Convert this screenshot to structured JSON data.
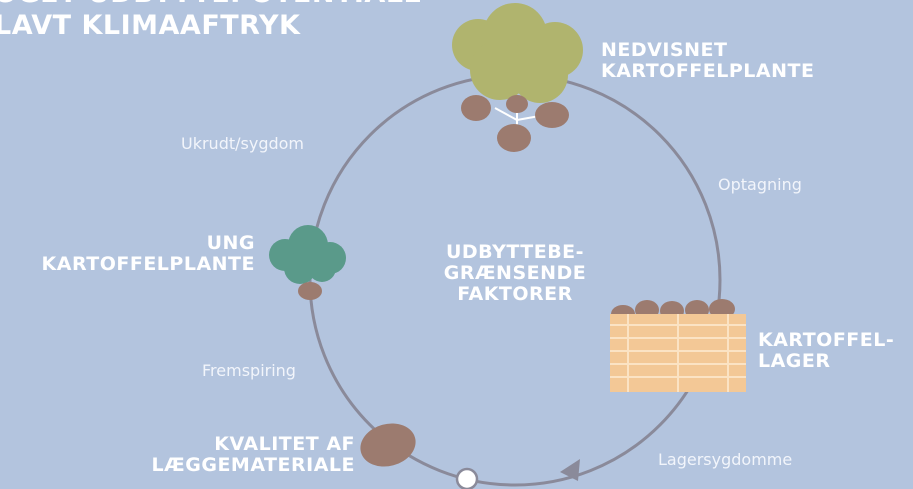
{
  "title": {
    "line1": "ØGET UDBYTTEPOTENTIALE",
    "line2": "LAVT KLIMAAFTRYK"
  },
  "stages": {
    "withered": [
      "NEDVISNET",
      "KARTOFFELPLANTE"
    ],
    "storage": [
      "KARTOFFEL-",
      "LAGER"
    ],
    "young": [
      "UNG",
      "KARTOFFELPLANTE"
    ],
    "seed": [
      "KVALITET AF",
      "LÆGGEMATERIALE"
    ]
  },
  "transitions": {
    "weeds": "Ukrudt/sygdom",
    "harvest": "Optagning",
    "sprouting": "Fremspiring",
    "storage_disease": "Lagersygdomme"
  },
  "center": [
    "UDBYTTEBE-",
    "GRÆNSENDE",
    "FAKTORER"
  ],
  "colors": {
    "background": "#b3c4de",
    "cycle_line": "#8a8a9a",
    "withered_foliage": "#b0b46e",
    "young_foliage": "#5a9a8a",
    "potato": "#9c7b6f",
    "crate": "#f3c896"
  }
}
